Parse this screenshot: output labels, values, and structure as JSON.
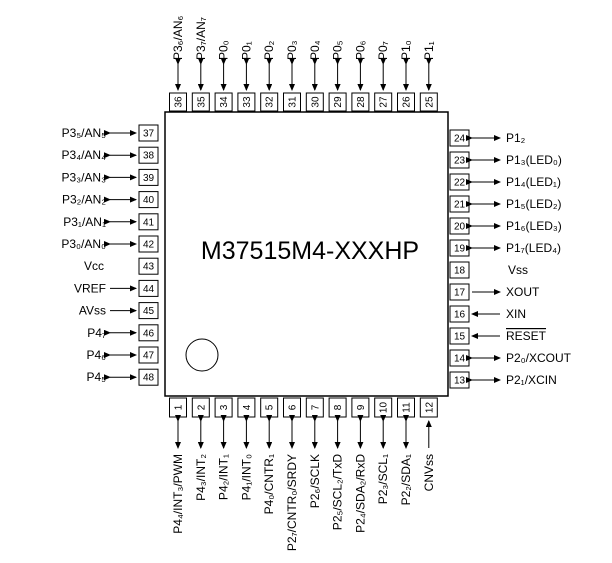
{
  "chip": {
    "part_number": "M37515M4-XXXHP"
  },
  "pins": {
    "top": [
      {
        "num": "36",
        "label": "P3₆/AN₆",
        "dir": "bi"
      },
      {
        "num": "35",
        "label": "P3₇/AN₇",
        "dir": "bi"
      },
      {
        "num": "34",
        "label": "P0₀",
        "dir": "bi"
      },
      {
        "num": "33",
        "label": "P0₁",
        "dir": "bi"
      },
      {
        "num": "32",
        "label": "P0₂",
        "dir": "bi"
      },
      {
        "num": "31",
        "label": "P0₃",
        "dir": "bi"
      },
      {
        "num": "30",
        "label": "P0₄",
        "dir": "bi"
      },
      {
        "num": "29",
        "label": "P0₅",
        "dir": "bi"
      },
      {
        "num": "28",
        "label": "P0₆",
        "dir": "bi"
      },
      {
        "num": "27",
        "label": "P0₇",
        "dir": "bi"
      },
      {
        "num": "26",
        "label": "P1₀",
        "dir": "bi"
      },
      {
        "num": "25",
        "label": "P1₁",
        "dir": "bi"
      }
    ],
    "left": [
      {
        "num": "37",
        "label": "P3₅/AN₅",
        "dir": "bi"
      },
      {
        "num": "38",
        "label": "P3₄/AN₄",
        "dir": "bi"
      },
      {
        "num": "39",
        "label": "P3₃/AN₃",
        "dir": "bi"
      },
      {
        "num": "40",
        "label": "P3₂/AN₂",
        "dir": "bi"
      },
      {
        "num": "41",
        "label": "P3₁/AN₁",
        "dir": "bi"
      },
      {
        "num": "42",
        "label": "P3₀/AN₀",
        "dir": "bi"
      },
      {
        "num": "43",
        "label": "Vcc",
        "dir": "none"
      },
      {
        "num": "44",
        "label": "VREF",
        "dir": "in"
      },
      {
        "num": "45",
        "label": "AVss",
        "dir": "in"
      },
      {
        "num": "46",
        "label": "P4₇",
        "dir": "bi"
      },
      {
        "num": "47",
        "label": "P4₆",
        "dir": "bi"
      },
      {
        "num": "48",
        "label": "P4₅",
        "dir": "bi"
      }
    ],
    "right": [
      {
        "num": "24",
        "label": "P1₂",
        "dir": "bi"
      },
      {
        "num": "23",
        "label": "P1₃(LED₀)",
        "dir": "bi"
      },
      {
        "num": "22",
        "label": "P1₄(LED₁)",
        "dir": "bi"
      },
      {
        "num": "21",
        "label": "P1₅(LED₂)",
        "dir": "bi"
      },
      {
        "num": "20",
        "label": "P1₆(LED₃)",
        "dir": "bi"
      },
      {
        "num": "19",
        "label": "P1₇(LED₄)",
        "dir": "bi"
      },
      {
        "num": "18",
        "label": "Vss",
        "dir": "none"
      },
      {
        "num": "17",
        "label": "XOUT",
        "dir": "out"
      },
      {
        "num": "16",
        "label": "XIN",
        "dir": "in"
      },
      {
        "num": "15",
        "label": "RESET",
        "dir": "in",
        "overline": true
      },
      {
        "num": "14",
        "label": "P2₀/XCOUT",
        "dir": "bi"
      },
      {
        "num": "13",
        "label": "P2₁/XCIN",
        "dir": "bi"
      }
    ],
    "bottom": [
      {
        "num": "1",
        "label": "P4₄/INT₃/PWM",
        "dir": "bi"
      },
      {
        "num": "2",
        "label": "P4₃/INT₂",
        "dir": "bi"
      },
      {
        "num": "3",
        "label": "P4₂/INT₁",
        "dir": "bi"
      },
      {
        "num": "4",
        "label": "P4₁/INT₀",
        "dir": "bi"
      },
      {
        "num": "5",
        "label": "P4₀/CNTR₁",
        "dir": "bi"
      },
      {
        "num": "6",
        "label": "P2₇/CNTR₀/SRDY",
        "dir": "bi"
      },
      {
        "num": "7",
        "label": "P2₆/SCLK",
        "dir": "bi"
      },
      {
        "num": "8",
        "label": "P2₅/SCL₂/TxD",
        "dir": "bi"
      },
      {
        "num": "9",
        "label": "P2₄/SDA₂/RxD",
        "dir": "bi"
      },
      {
        "num": "10",
        "label": "P2₃/SCL₁",
        "dir": "bi"
      },
      {
        "num": "11",
        "label": "P2₂/SDA₁",
        "dir": "bi"
      },
      {
        "num": "12",
        "label": "CNVss",
        "dir": "in"
      }
    ]
  }
}
